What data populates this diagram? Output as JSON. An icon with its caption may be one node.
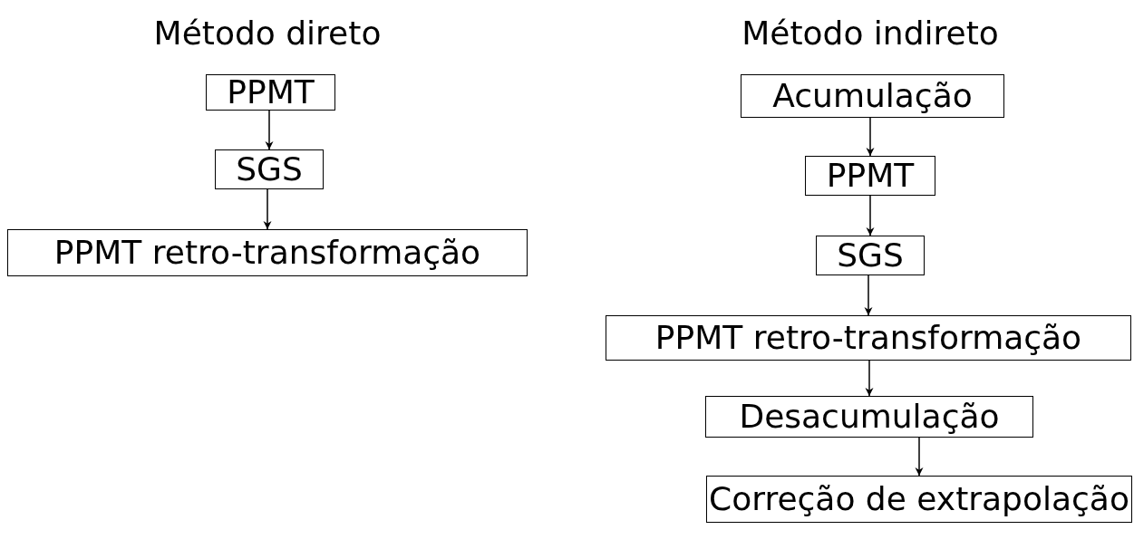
{
  "diagram": {
    "nodes": [
      {
        "text": [
          "PPMT"
        ]
      },
      {
        "text": [
          "SGS"
        ]
      },
      {
        "text": [
          "PPMT retro-transformação"
        ]
      },
      {
        "text": [
          "Acumulação"
        ]
      },
      {
        "text": [
          "PPMT"
        ]
      },
      {
        "text": [
          "SGS"
        ]
      },
      {
        "text": [
          "PPMT retro-transformação"
        ]
      },
      {
        "text": [
          "Desacumulação"
        ]
      },
      {
        "text": [
          "Correção de extrapolação"
        ]
      }
    ],
    "edges": [
      {
        "from": 0,
        "to": 1,
        "arrow": "to"
      },
      {
        "from": 1,
        "to": 2,
        "arrow": "to"
      },
      {
        "from": 3,
        "to": 4,
        "arrow": "to"
      },
      {
        "from": 4,
        "to": 5,
        "arrow": "to"
      },
      {
        "from": 5,
        "to": 6,
        "arrow": "to"
      },
      {
        "from": 6,
        "to": 7,
        "arrow": "to"
      },
      {
        "from": 7,
        "to": 8,
        "arrow": "to"
      }
    ],
    "labels": [
      "Método direto",
      "Método indireto"
    ]
  }
}
